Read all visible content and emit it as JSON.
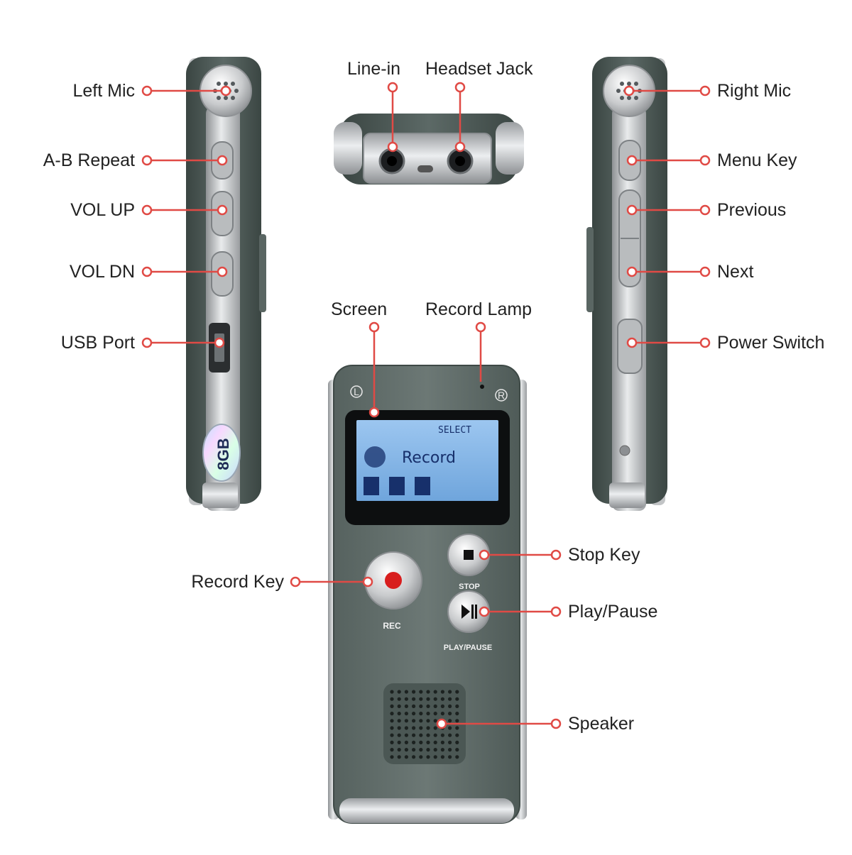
{
  "labels": {
    "left_mic": "Left Mic",
    "ab_repeat": "A-B Repeat",
    "vol_up": "VOL UP",
    "vol_dn": "VOL DN",
    "usb_port": "USB Port",
    "line_in": "Line-in",
    "headset_jack": "Headset Jack",
    "right_mic": "Right Mic",
    "menu_key": "Menu Key",
    "previous": "Previous",
    "next": "Next",
    "power_switch": "Power Switch",
    "screen": "Screen",
    "record_lamp": "Record Lamp",
    "stop_key": "Stop Key",
    "record_key": "Record Key",
    "play_pause": "Play/Pause",
    "speaker": "Speaker"
  },
  "device": {
    "capacity_badge": "8GB",
    "mark_left": "L",
    "mark_right": "R",
    "lcd_select": "SELECT",
    "lcd_mode": "Record",
    "btn_rec": "REC",
    "btn_stop": "STOP",
    "btn_play_pause": "PLAY/PAUSE"
  },
  "colors": {
    "callout_line": "#e04a45",
    "body": "#4d5a57",
    "chrome": "#c4c7c9",
    "lcd": "#7fb3e6",
    "rec_dot": "#d81e1e"
  }
}
